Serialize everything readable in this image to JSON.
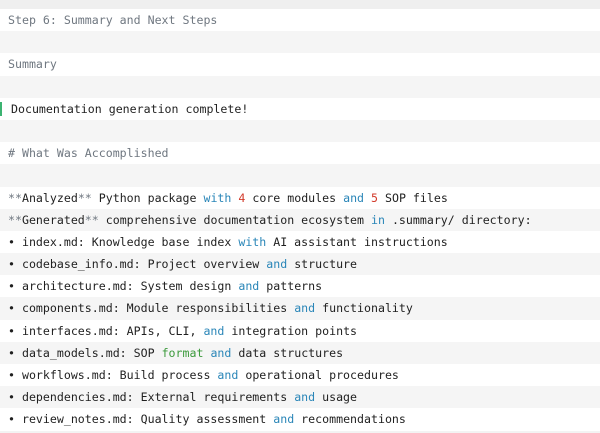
{
  "colors": {
    "comment": "#6f7780",
    "keyword": "#2a86b8",
    "number": "#d23a2a",
    "builtin": "#3c9a3c",
    "success_bar": "#3cb371"
  },
  "lines": [
    {
      "segments": [
        [
          "Step 6: Summary and Next Steps",
          "comment"
        ]
      ]
    },
    {
      "segments": []
    },
    {
      "segments": [
        [
          "Summary",
          "comment"
        ]
      ]
    },
    {
      "segments": []
    },
    {
      "status": "success",
      "segments": [
        [
          "Documentation generation complete!",
          "plain"
        ]
      ]
    },
    {
      "segments": []
    },
    {
      "segments": [
        [
          "# What Was Accomplished",
          "comment"
        ]
      ]
    },
    {
      "segments": []
    },
    {
      "segments": [
        [
          "**",
          "comment"
        ],
        [
          "Analyzed",
          "plain"
        ],
        [
          "**",
          "comment"
        ],
        [
          " Python package ",
          "plain"
        ],
        [
          "with",
          "kw"
        ],
        [
          " ",
          "plain"
        ],
        [
          "4",
          "num"
        ],
        [
          " core modules ",
          "plain"
        ],
        [
          "and",
          "kw"
        ],
        [
          " ",
          "plain"
        ],
        [
          "5",
          "num"
        ],
        [
          " SOP files",
          "plain"
        ]
      ]
    },
    {
      "segments": [
        [
          "**",
          "comment"
        ],
        [
          "Generated",
          "plain"
        ],
        [
          "**",
          "comment"
        ],
        [
          " comprehensive documentation ecosystem ",
          "plain"
        ],
        [
          "in",
          "kw"
        ],
        [
          " .summary/ directory:",
          "plain"
        ]
      ]
    },
    {
      "segments": [
        [
          "• index.md: Knowledge base index ",
          "plain"
        ],
        [
          "with",
          "kw"
        ],
        [
          " AI assistant instructions",
          "plain"
        ]
      ]
    },
    {
      "segments": [
        [
          "• codebase_info.md: Project overview ",
          "plain"
        ],
        [
          "and",
          "kw"
        ],
        [
          " structure",
          "plain"
        ]
      ]
    },
    {
      "segments": [
        [
          "• architecture.md: System design ",
          "plain"
        ],
        [
          "and",
          "kw"
        ],
        [
          " patterns",
          "plain"
        ]
      ]
    },
    {
      "segments": [
        [
          "• components.md: Module responsibilities ",
          "plain"
        ],
        [
          "and",
          "kw"
        ],
        [
          " functionality",
          "plain"
        ]
      ]
    },
    {
      "segments": [
        [
          "• interfaces.md: APIs, CLI, ",
          "plain"
        ],
        [
          "and",
          "kw"
        ],
        [
          " integration points",
          "plain"
        ]
      ]
    },
    {
      "segments": [
        [
          "• data_models.md: SOP ",
          "plain"
        ],
        [
          "format",
          "fn"
        ],
        [
          " ",
          "plain"
        ],
        [
          "and",
          "kw"
        ],
        [
          " data structures",
          "plain"
        ]
      ]
    },
    {
      "segments": [
        [
          "• workflows.md: Build process ",
          "plain"
        ],
        [
          "and",
          "kw"
        ],
        [
          " operational procedures",
          "plain"
        ]
      ]
    },
    {
      "segments": [
        [
          "• dependencies.md: External requirements ",
          "plain"
        ],
        [
          "and",
          "kw"
        ],
        [
          " usage",
          "plain"
        ]
      ]
    },
    {
      "segments": [
        [
          "• review_notes.md: Quality assessment ",
          "plain"
        ],
        [
          "and",
          "kw"
        ],
        [
          " recommendations",
          "plain"
        ]
      ]
    }
  ]
}
